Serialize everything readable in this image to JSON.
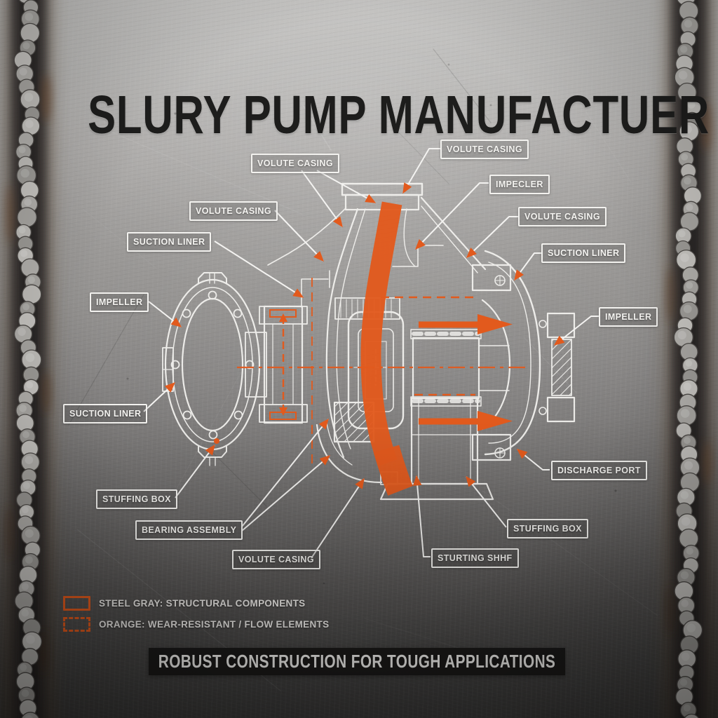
{
  "title": "SLURY PUMP MANUFACTUER",
  "diagram": {
    "labels": [
      {
        "text": "VOLUTE CASING"
      },
      {
        "text": "VOLUTE CASING"
      },
      {
        "text": "IMPECLER"
      },
      {
        "text": "VOLUTE CASING"
      },
      {
        "text": "VOLUTE CASING"
      },
      {
        "text": "SUCTION LINER"
      },
      {
        "text": "SUCTION LINER"
      },
      {
        "text": "IMPELLER"
      },
      {
        "text": "IMPELLER"
      },
      {
        "text": "SUCTION LINER"
      },
      {
        "text": "STUFFING BOX"
      },
      {
        "text": "BEARING ASSEMBLY"
      },
      {
        "text": "VOLUTE CASING"
      },
      {
        "text": "STURTING SHHF"
      },
      {
        "text": "STUFFING BOX"
      },
      {
        "text": "DISCHARGE PORT"
      }
    ]
  },
  "legend": {
    "items": [
      {
        "swatch": "solid",
        "text": "STEEL GRAY: STRUCTURAL COMPONENTS"
      },
      {
        "swatch": "dashed",
        "text": "ORANGE: WEAR-RESISTANT / FLOW ELEMENTS"
      }
    ]
  },
  "footer": {
    "banner": "ROBUST CONSTRUCTION FOR TOUGH APPLICATIONS"
  },
  "colors": {
    "accent_orange": "#e25a1d",
    "line_white": "#f1f0ed",
    "title_ink": "#1d1d1c",
    "banner_bg": "#1b1a19"
  }
}
